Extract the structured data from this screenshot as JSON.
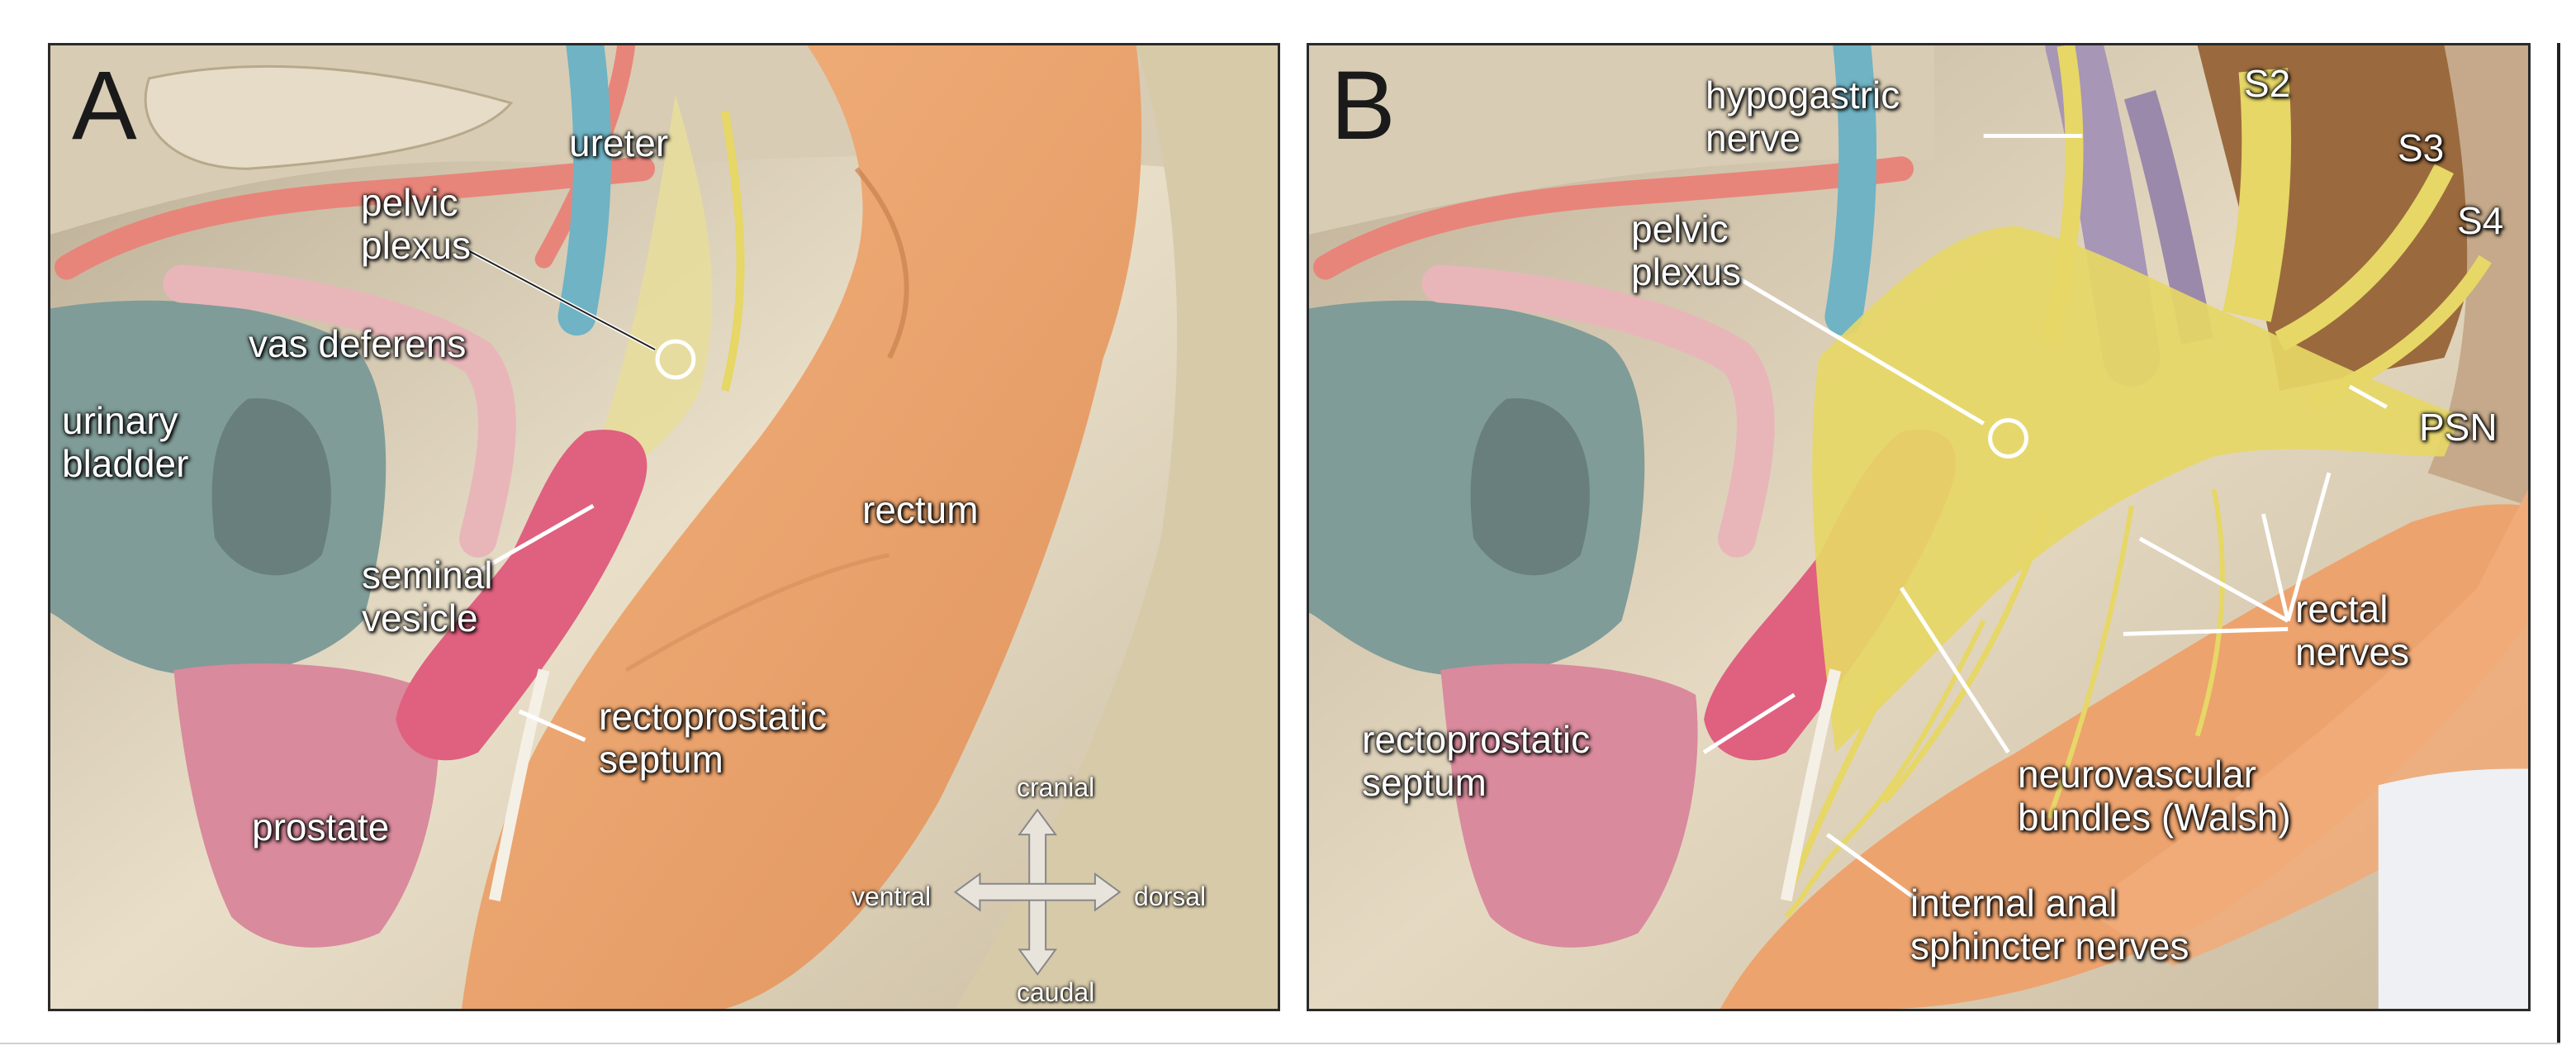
{
  "panel_a": {
    "letter": "A",
    "labels": {
      "ureter": "ureter",
      "pelvic_plexus": [
        "pelvic",
        "plexus"
      ],
      "vas_deferens": "vas deferens",
      "urinary_bladder": [
        "urinary",
        "bladder"
      ],
      "rectum": "rectum",
      "seminal_vesicle": [
        "seminal",
        "vesicle"
      ],
      "rectoprostatic_septum": [
        "rectoprostatic",
        "septum"
      ],
      "prostate": "prostate"
    },
    "orientation": {
      "cranial": "cranial",
      "caudal": "caudal",
      "ventral": "ventral",
      "dorsal": "dorsal"
    }
  },
  "panel_b": {
    "letter": "B",
    "labels": {
      "hypogastric_nerve": [
        "hypogastric",
        "nerve"
      ],
      "s2": "S2",
      "s3": "S3",
      "s4": "S4",
      "pelvic_plexus": [
        "pelvic",
        "plexus"
      ],
      "psn": "PSN",
      "rectal_nerves": [
        "rectal",
        "nerves"
      ],
      "rectoprostatic_septum": [
        "rectoprostatic",
        "septum"
      ],
      "neurovascular_bundles": [
        "neurovascular",
        "bundles (Walsh)"
      ],
      "internal_anal_sphincter_nerves": [
        "internal anal",
        "sphincter nerves"
      ]
    }
  },
  "colors": {
    "ureter": "#6fb3c4",
    "artery": "#e8857a",
    "bladder": "#7f9c98",
    "prostate": "#d98a9c",
    "seminal_vesicle": "#e0607f",
    "rectum": "#eda36e",
    "nerve": "#e6d766",
    "vein": "#a796b5",
    "tissue": "#e7dcc6",
    "background_dark": "#5e5548"
  }
}
